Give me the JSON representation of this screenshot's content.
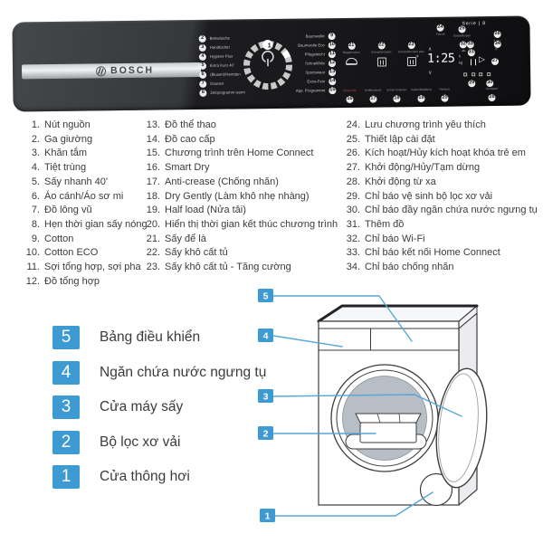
{
  "panel": {
    "brand": "BOSCH",
    "series_label": "Serie | 8",
    "power": {
      "num": "1"
    },
    "left_programs": [
      {
        "num": "2",
        "label": "Bettwäsche"
      },
      {
        "num": "3",
        "label": "Handtücher"
      },
      {
        "num": "4",
        "label": "Hygiene Plus"
      },
      {
        "num": "5",
        "label": "Extra Kurz 40'"
      },
      {
        "num": "6",
        "label": "(Blusen)/Hemden"
      },
      {
        "num": "7",
        "label": "Daunen"
      },
      {
        "num": "8",
        "label": "Zeitprogramm warm"
      }
    ],
    "right_programs": [
      {
        "num": "9",
        "label": "Baumwolle"
      },
      {
        "num": "10",
        "label": "Baumwolle Eco"
      },
      {
        "num": "11",
        "label": "Pflegeleicht"
      },
      {
        "num": "12",
        "label": "Schnell/Mix"
      },
      {
        "num": "13",
        "label": "Sportswear"
      },
      {
        "num": "14",
        "label": "Extra-Fein"
      },
      {
        "num": "15",
        "label": "App. Programme"
      }
    ],
    "dry_levels": [
      {
        "num": "21",
        "label": "Bügeltrocken",
        "cls": "iron",
        "icon": "iron-icon"
      },
      {
        "num": "22",
        "label": "Schranktrocken",
        "cls": "cab",
        "icon": "cabinet-dry-icon"
      },
      {
        "num": "23",
        "label": "Schranktrocken plus",
        "cls": "cabp",
        "icon": "cabinet-dry-plus-icon"
      }
    ],
    "bottom_options": [
      {
        "num": "16",
        "label": "Smart Dry",
        "cls": "red"
      },
      {
        "num": "17",
        "label": "Knitterschutz"
      },
      {
        "num": "18",
        "label": "Schon trocknen"
      },
      {
        "num": "19",
        "label": "Halbe Beladung"
      },
      {
        "num": "20",
        "label": "Fertig in"
      },
      {
        "num": "28",
        "label": "Fernstart"
      }
    ],
    "top_buttons": [
      {
        "num": "24",
        "label": "Favorit"
      },
      {
        "num": "25",
        "label": "Einstellungen"
      },
      {
        "num": "26",
        "label": "3 sec."
      }
    ],
    "status_nums": [
      {
        "num": "32"
      },
      {
        "num": "33"
      },
      {
        "num": "34"
      }
    ],
    "display": {
      "time": "1:25",
      "unit_top": "h",
      "unit_bottom": "kg",
      "reload_num": "31",
      "start_num": "27",
      "indicator_nums": [
        {
          "num": "29"
        },
        {
          "num": "30"
        }
      ]
    }
  },
  "parts_list": {
    "column1": [
      {
        "num": "1.",
        "label": "Nút nguồn"
      },
      {
        "num": "2.",
        "label": "Ga giường"
      },
      {
        "num": "3.",
        "label": "Khăn tắm"
      },
      {
        "num": "4.",
        "label": "Tiệt trùng"
      },
      {
        "num": "5.",
        "label": "Sấy nhanh 40'"
      },
      {
        "num": "6.",
        "label": "Áo cánh/Áo sơ mi"
      },
      {
        "num": "7.",
        "label": "Đồ lông vũ"
      },
      {
        "num": "8.",
        "label": "Hẹn thời gian sấy nóng"
      },
      {
        "num": "9.",
        "label": "Cotton"
      },
      {
        "num": "10.",
        "label": "Cotton ECO"
      },
      {
        "num": "11.",
        "label": "Sợi tổng hợp, sợi pha"
      },
      {
        "num": "12.",
        "label": "Đồ tổng hợp"
      }
    ],
    "column2": [
      {
        "num": "13.",
        "label": "Đồ thể thao"
      },
      {
        "num": "14.",
        "label": "Đồ cao cấp"
      },
      {
        "num": "15.",
        "label": "Chương trình trên Home Connect"
      },
      {
        "num": "16.",
        "label": "Smart Dry"
      },
      {
        "num": "17.",
        "label": "Anti-crease (Chống nhăn)"
      },
      {
        "num": "18.",
        "label": "Dry Gently (Làm khô nhẹ nhàng)"
      },
      {
        "num": "19.",
        "label": "Half load (Nửa tải)"
      },
      {
        "num": "20.",
        "label": "Hiển thị thời gian kết thúc chương trình"
      },
      {
        "num": "21.",
        "label": "Sấy để là"
      },
      {
        "num": "22.",
        "label": "Sấy khô cất tủ"
      },
      {
        "num": "23.",
        "label": "Sấy khô cất tủ - Tăng cường"
      }
    ],
    "column3": [
      {
        "num": "24.",
        "label": "Lưu chương trình yêu thích"
      },
      {
        "num": "25.",
        "label": "Thiết lập cài đặt"
      },
      {
        "num": "26.",
        "label": "Kích hoạt/Hủy kích hoạt khóa trẻ em"
      },
      {
        "num": "27.",
        "label": "Khởi động/Hủy/Tạm dừng"
      },
      {
        "num": "28.",
        "label": "Khởi động từ xa"
      },
      {
        "num": "29.",
        "label": "Chỉ báo vệ sinh bộ lọc xơ vải"
      },
      {
        "num": "30.",
        "label": "Chỉ báo đầy ngăn chứa nước ngưng tụ"
      },
      {
        "num": "31.",
        "label": "Thêm đồ"
      },
      {
        "num": "32.",
        "label": "Chỉ báo Wi-Fi"
      },
      {
        "num": "33.",
        "label": "Chỉ báo kết nối Home Connect"
      },
      {
        "num": "34.",
        "label": "Chỉ báo chống nhăn"
      }
    ]
  },
  "legend": [
    {
      "num": "5",
      "label": "Bảng điều khiển"
    },
    {
      "num": "4",
      "label": "Ngăn chứa nước ngưng tụ"
    },
    {
      "num": "3",
      "label": "Cửa máy sấy"
    },
    {
      "num": "2",
      "label": "Bộ lọc xơ vải"
    },
    {
      "num": "1",
      "label": "Cửa thông hơi"
    }
  ],
  "diagram": {
    "labels": [
      {
        "num": "5"
      },
      {
        "num": "4"
      },
      {
        "num": "3"
      },
      {
        "num": "2"
      },
      {
        "num": "1"
      }
    ]
  },
  "colors": {
    "accent_blue": "#3e9ad3",
    "leader_line": "#58a6d8",
    "alert_red": "#c94a42",
    "drum_gray": "#b7bec6"
  }
}
